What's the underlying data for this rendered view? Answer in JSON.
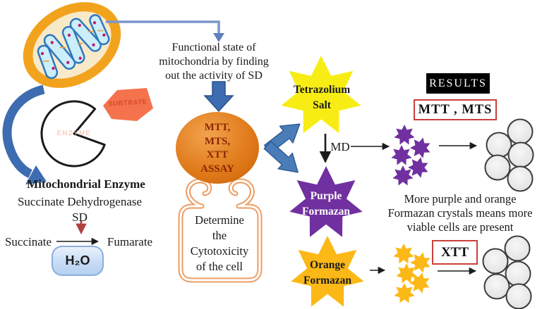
{
  "left_section": {
    "enzyme_shape_label": "ENZYME",
    "substrate_shape_label": "SUBTRATE",
    "mitochondrial_enzyme_title": "Mitochondrial Enzyme",
    "enzyme_full_name": "Succinate Dehydrogenase",
    "enzyme_abbreviation": "SD",
    "reaction_substrate": "Succinate",
    "reaction_product": "Fumarate",
    "reaction_byproduct": "H₂O"
  },
  "center_section": {
    "functional_state_note": "Functional state of\nmitochondria by finding\nout the activity of SD",
    "assay_circle_label": "MTT,\nMTS,\nXTT\nASSAY",
    "determine_note": "Determine\nthe\nCytotoxicity\nof the cell"
  },
  "pathway_section": {
    "tetrazolium_star_label": "Tetrazolium\nSalt",
    "md_arrow_label": "MD",
    "purple_star_label": "Purple\nFormazan",
    "orange_star_label": "Orange\nFormazan"
  },
  "results_section": {
    "results_title": "RESULTS",
    "mtt_mts_box_label": "MTT , MTS",
    "xtt_box_label": "XTT",
    "explanation_note": "More purple and orange\nFormazan crystals means more\nviable cells are present",
    "purple_crystal_count": 5,
    "orange_crystal_count": 5,
    "viable_cell_count_top": 5,
    "viable_cell_count_bottom": 5
  },
  "colors": {
    "arrow_blue": "#3E6CB0",
    "assay_orange": "#E07A1A",
    "tetrazolium_yellow": "#F7ED15",
    "formazan_purple": "#7030A0",
    "formazan_orange": "#FBB817",
    "result_box_border_red": "#C9413A",
    "substrate_orange": "#F4734D",
    "water_box_blue": "#C7DCF5"
  }
}
